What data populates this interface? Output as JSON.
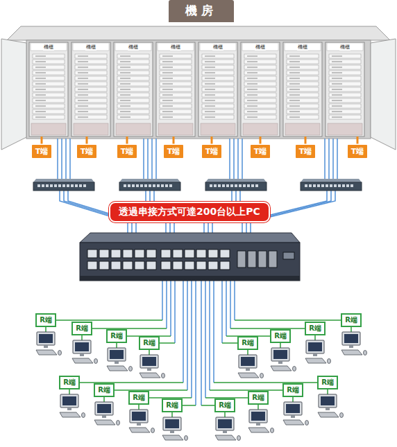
{
  "diagram": {
    "title": "機房",
    "nodes": [
      {
        "text": [
          "T端"
        ]
      },
      {
        "text": [
          "T端"
        ]
      },
      {
        "text": [
          "T端"
        ]
      },
      {
        "text": [
          "T端"
        ]
      },
      {
        "text": [
          "T端"
        ]
      },
      {
        "text": [
          "T端"
        ]
      },
      {
        "text": [
          "T端"
        ]
      },
      {
        "text": [
          "T端"
        ]
      },
      {
        "text": [
          "透過串接方式可達200台以上PC"
        ]
      },
      {
        "text": [
          "R端"
        ]
      },
      {
        "text": [
          "R端"
        ]
      },
      {
        "text": [
          "R端"
        ]
      },
      {
        "text": [
          "R端"
        ]
      },
      {
        "text": [
          "R端"
        ]
      },
      {
        "text": [
          "R端"
        ]
      },
      {
        "text": [
          "R端"
        ]
      },
      {
        "text": [
          "R端"
        ]
      },
      {
        "text": [
          "R端"
        ]
      },
      {
        "text": [
          "R端"
        ]
      },
      {
        "text": [
          "R端"
        ]
      },
      {
        "text": [
          "R端"
        ]
      },
      {
        "text": [
          "R端"
        ]
      },
      {
        "text": [
          "R端"
        ]
      },
      {
        "text": [
          "R端"
        ]
      },
      {
        "text": [
          "R端"
        ]
      }
    ],
    "labels": [
      "機櫃",
      "機櫃",
      "機櫃",
      "機櫃",
      "機櫃",
      "機櫃",
      "機櫃",
      "機櫃"
    ]
  }
}
